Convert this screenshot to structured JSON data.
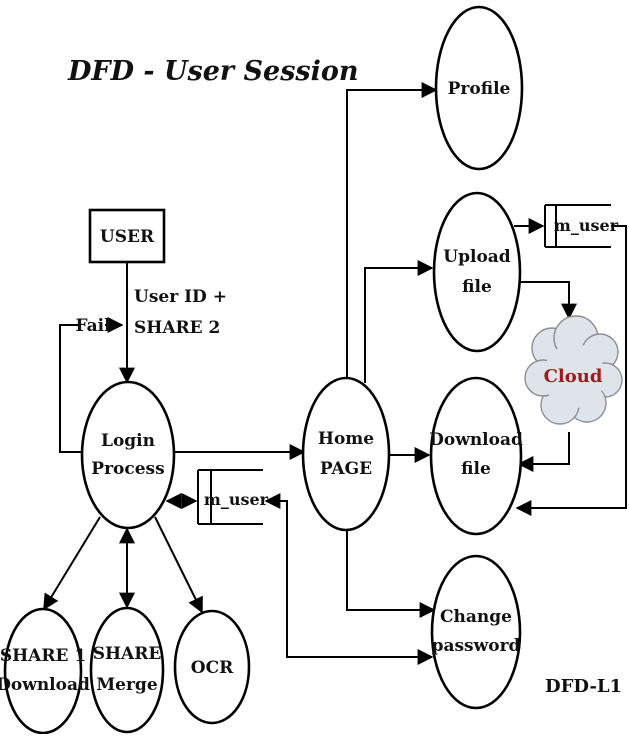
{
  "title": "DFD - User Session",
  "level_label": "DFD-L1",
  "nodes": {
    "user": "USER",
    "login": [
      "Login",
      "Process"
    ],
    "home": [
      "Home",
      "PAGE"
    ],
    "profile": "Profile",
    "upload": [
      "Upload",
      "file"
    ],
    "download": [
      "Download",
      "file"
    ],
    "change_password": [
      "Change",
      "password"
    ],
    "share1": [
      "SHARE 1",
      "Download"
    ],
    "share_merge": [
      "SHARE",
      "Merge"
    ],
    "ocr": "OCR",
    "cloud": "Cloud",
    "store_top": "m_user",
    "store_mid": "m_user"
  },
  "edges": {
    "fail": "Fail",
    "credentials": [
      "User ID +",
      "SHARE 2"
    ]
  },
  "colors": {
    "cloud_fill": "#dfe4ea",
    "cloud_text": "#9b1b1b"
  }
}
